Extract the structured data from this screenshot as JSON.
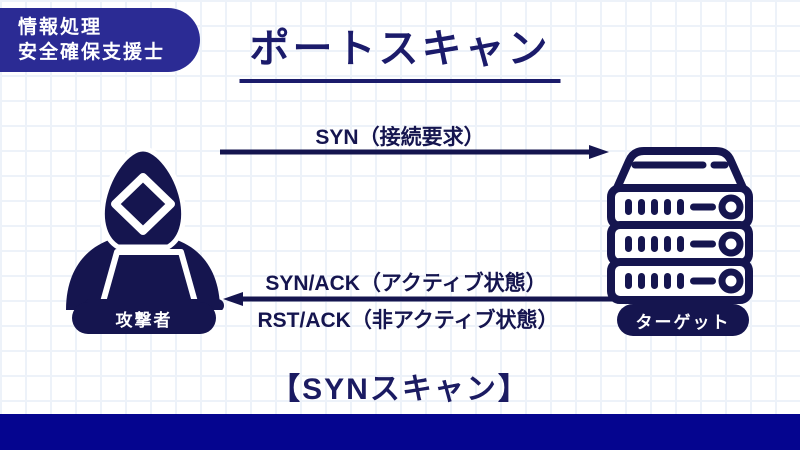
{
  "header": {
    "badge": {
      "line1": "情報処理",
      "line2": "安全確保支援士"
    },
    "title": "ポートスキャン"
  },
  "diagram": {
    "request_label": "SYN（接続要求）",
    "response_active_label": "SYN/ACK（アクティブ状態）",
    "response_inactive_label": "RST/ACK（非アクティブ状態）",
    "attacker_label": "攻撃者",
    "target_label": "ターゲット"
  },
  "footer": {
    "caption": "【SYNスキャン】"
  },
  "icons": {
    "attacker": "hooded-hacker-with-laptop",
    "target": "server-rack"
  },
  "colors": {
    "badge_blue": "#2b2b94",
    "footer_blue": "#05058f",
    "dark_navy": "#15154f",
    "title_navy": "#1b1b6b",
    "grid_line": "#edf2f9",
    "background": "#ffffff"
  }
}
